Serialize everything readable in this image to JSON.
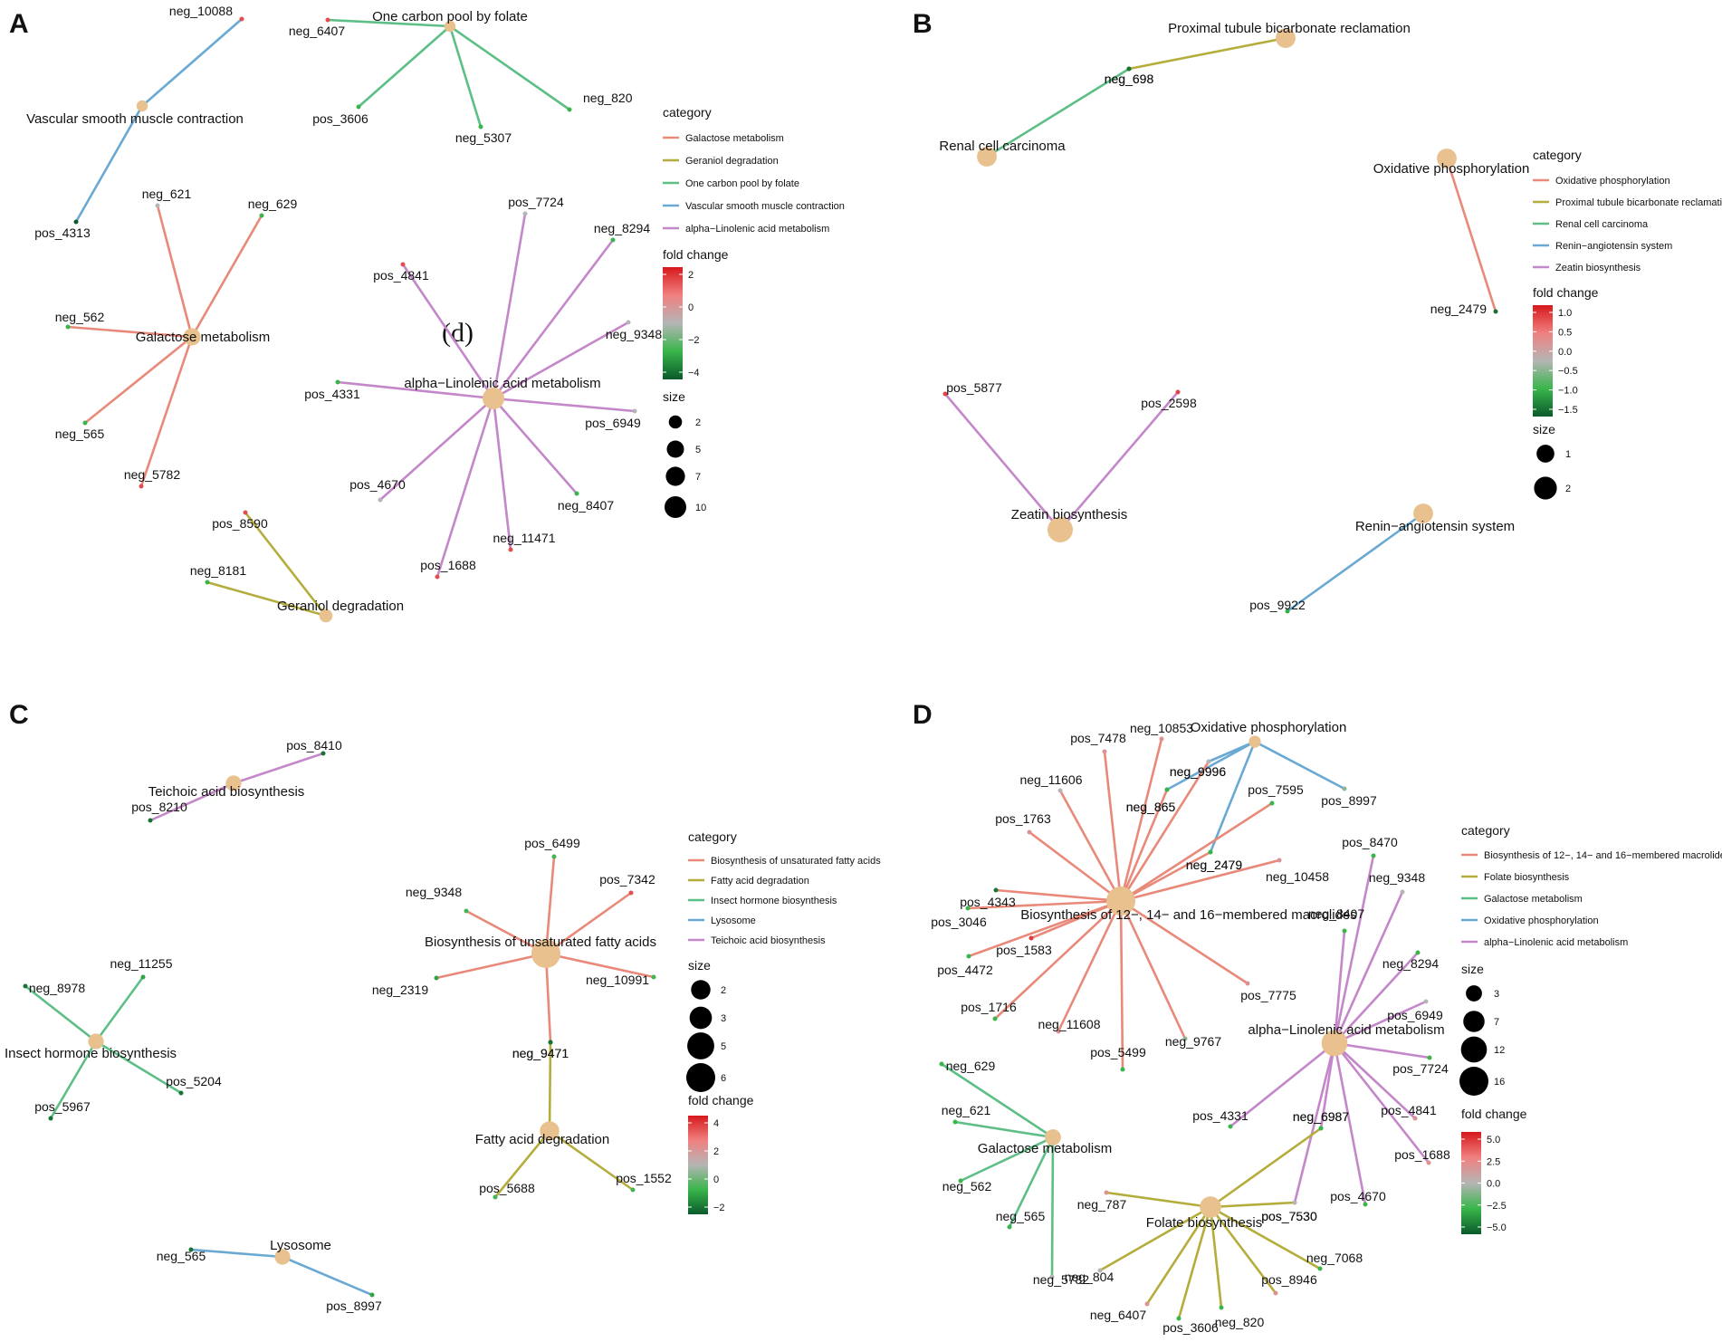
{
  "colors": {
    "hub": "#E8C18F",
    "edge_pal": [
      "#E8897A",
      "#B4AD3C",
      "#5DBF86",
      "#6AA9D4",
      "#C487C9"
    ],
    "fc_stops": [
      "#0a5a2c",
      "#39b54a",
      "#b5b5b5",
      "#f08080",
      "#d7191c"
    ]
  },
  "panels": [
    {
      "id": "A",
      "letter": "A",
      "categories": [
        "Galactose metabolism",
        "Geraniol degradation",
        "One carbon pool by folate",
        "Vascular smooth muscle contraction",
        "alpha−Linolenic acid metabolism"
      ],
      "legend": {
        "category_title": "category",
        "fold_title": "fold change",
        "fold_ticks": [
          "2",
          "0",
          "−2",
          "−4"
        ],
        "size_title": "size",
        "size_ticks": [
          "2",
          "5",
          "7",
          "10"
        ]
      },
      "annotation": "(d)",
      "hubs": [
        {
          "label": "One carbon pool by folate",
          "cat": 2,
          "size": 1,
          "leaves": [
            {
              "label": "neg_6407",
              "fc": 2
            },
            {
              "label": "pos_3606",
              "fc": -3
            },
            {
              "label": "neg_5307",
              "fc": -3
            },
            {
              "label": "neg_820",
              "fc": -3
            }
          ]
        },
        {
          "label": "Vascular smooth muscle contraction",
          "cat": 3,
          "size": 1,
          "leaves": [
            {
              "label": "neg_10088",
              "fc": 2
            },
            {
              "label": "pos_4313",
              "fc": -5
            }
          ]
        },
        {
          "label": "Galactose metabolism",
          "cat": 0,
          "size": 5,
          "leaves": [
            {
              "label": "neg_621",
              "fc": -1
            },
            {
              "label": "neg_629",
              "fc": -3
            },
            {
              "label": "neg_562",
              "fc": -3
            },
            {
              "label": "neg_565",
              "fc": -3
            },
            {
              "label": "neg_5782",
              "fc": 2
            }
          ]
        },
        {
          "label": "alpha−Linolenic acid metabolism",
          "cat": 4,
          "size": 10,
          "leaves": [
            {
              "label": "pos_7724",
              "fc": -1
            },
            {
              "label": "neg_8294",
              "fc": -3
            },
            {
              "label": "pos_4841",
              "fc": 2
            },
            {
              "label": "neg_9348",
              "fc": -1
            },
            {
              "label": "pos_4331",
              "fc": -3
            },
            {
              "label": "pos_6949",
              "fc": -1
            },
            {
              "label": "pos_4670",
              "fc": -1
            },
            {
              "label": "neg_8407",
              "fc": -3
            },
            {
              "label": "neg_11471",
              "fc": 2
            },
            {
              "label": "pos_1688",
              "fc": 2
            }
          ]
        },
        {
          "label": "Geraniol degradation",
          "cat": 1,
          "size": 2,
          "leaves": [
            {
              "label": "pos_8590",
              "fc": 2
            },
            {
              "label": "neg_8181",
              "fc": -3
            }
          ]
        }
      ]
    },
    {
      "id": "B",
      "letter": "B",
      "categories": [
        "Oxidative phosphorylation",
        "Proximal tubule bicarbonate reclamation",
        "Renal cell carcinoma",
        "Renin−angiotensin system",
        "Zeatin biosynthesis"
      ],
      "legend": {
        "category_title": "category",
        "fold_title": "fold change",
        "fold_ticks": [
          "1.0",
          "0.5",
          "0.0",
          "−0.5",
          "−1.0",
          "−1.5"
        ],
        "size_title": "size",
        "size_ticks": [
          "1",
          "2"
        ]
      },
      "hubs": [
        {
          "label": "Proximal tubule bicarbonate reclamation",
          "cat": 1,
          "size": 1,
          "leaves": [
            {
              "label": "neg_698",
              "fc": -1.5
            }
          ]
        },
        {
          "label": "Renal cell carcinoma",
          "cat": 2,
          "size": 1,
          "leaves": [
            {
              "label": "neg_698",
              "fc": -1.5
            }
          ]
        },
        {
          "label": "Oxidative phosphorylation",
          "cat": 0,
          "size": 1,
          "leaves": [
            {
              "label": "neg_2479",
              "fc": -1.5
            }
          ]
        },
        {
          "label": "Zeatin biosynthesis",
          "cat": 4,
          "size": 2,
          "leaves": [
            {
              "label": "pos_5877",
              "fc": 1.0
            },
            {
              "label": "pos_2598",
              "fc": 1.0
            }
          ]
        },
        {
          "label": "Renin−angiotensin system",
          "cat": 3,
          "size": 1,
          "leaves": [
            {
              "label": "pos_9922",
              "fc": -1.0
            }
          ]
        }
      ]
    },
    {
      "id": "C",
      "letter": "C",
      "categories": [
        "Biosynthesis of unsaturated fatty acids",
        "Fatty acid degradation",
        "Insect hormone biosynthesis",
        "Lysosome",
        "Teichoic acid biosynthesis"
      ],
      "legend": {
        "category_title": "category",
        "size_title": "size",
        "size_ticks": [
          "2",
          "3",
          "5",
          "6"
        ],
        "fold_title": "fold change",
        "fold_ticks": [
          "4",
          "2",
          "0",
          "−2"
        ]
      },
      "hubs": [
        {
          "label": "Teichoic acid biosynthesis",
          "cat": 4,
          "size": 1,
          "leaves": [
            {
              "label": "pos_8410",
              "fc": -2
            },
            {
              "label": "pos_8210",
              "fc": -2
            }
          ]
        },
        {
          "label": "Biosynthesis of unsaturated fatty acids",
          "cat": 0,
          "size": 6,
          "leaves": [
            {
              "label": "pos_6499",
              "fc": -0.5
            },
            {
              "label": "pos_7342",
              "fc": 4
            },
            {
              "label": "neg_9348",
              "fc": -0.5
            },
            {
              "label": "neg_2319",
              "fc": -1
            },
            {
              "label": "neg_10991",
              "fc": -0.5
            },
            {
              "label": "neg_9471",
              "fc": -2
            }
          ]
        },
        {
          "label": "Insect hormone biosynthesis",
          "cat": 2,
          "size": 1,
          "leaves": [
            {
              "label": "neg_8978",
              "fc": -2
            },
            {
              "label": "neg_11255",
              "fc": -1
            },
            {
              "label": "pos_5967",
              "fc": -2
            },
            {
              "label": "pos_5204",
              "fc": -2
            }
          ]
        },
        {
          "label": "Fatty acid degradation",
          "cat": 1,
          "size": 2,
          "leaves": [
            {
              "label": "neg_9471",
              "fc": -2
            },
            {
              "label": "pos_5688",
              "fc": -0.5
            },
            {
              "label": "pos_1552",
              "fc": -0.5
            }
          ]
        },
        {
          "label": "Lysosome",
          "cat": 3,
          "size": 1,
          "leaves": [
            {
              "label": "neg_565",
              "fc": -2
            },
            {
              "label": "pos_8997",
              "fc": -1
            }
          ]
        }
      ]
    },
    {
      "id": "D",
      "letter": "D",
      "categories": [
        "Biosynthesis of 12−, 14− and 16−membered macrolides",
        "Folate biosynthesis",
        "Galactose metabolism",
        "Oxidative phosphorylation",
        "alpha−Linolenic acid metabolism"
      ],
      "legend": {
        "category_title": "category",
        "size_title": "size",
        "size_ticks": [
          "3",
          "7",
          "12",
          "16"
        ],
        "fold_title": "fold change",
        "fold_ticks": [
          "5.0",
          "2.5",
          "0.0",
          "−2.5",
          "−5.0"
        ]
      },
      "hubs": [
        {
          "label": "Oxidative phosphorylation",
          "cat": 3,
          "size": 1,
          "leaves": [
            {
              "label": "neg_9996",
              "fc": 0
            },
            {
              "label": "neg_865",
              "fc": -3
            },
            {
              "label": "pos_8997",
              "fc": -1
            },
            {
              "label": "neg_2479",
              "fc": -3
            }
          ]
        },
        {
          "label": "Biosynthesis of 12−, 14− and 16−membered macrolides",
          "cat": 0,
          "size": 16,
          "leaves": [
            {
              "label": "neg_10853",
              "fc": 2
            },
            {
              "label": "pos_7478",
              "fc": 2
            },
            {
              "label": "neg_9996",
              "fc": 0
            },
            {
              "label": "pos_7595",
              "fc": -3
            },
            {
              "label": "neg_11606",
              "fc": 0
            },
            {
              "label": "neg_865",
              "fc": -3
            },
            {
              "label": "pos_1763",
              "fc": 2
            },
            {
              "label": "pos_4343",
              "fc": -5
            },
            {
              "label": "neg_10458",
              "fc": 2
            },
            {
              "label": "neg_2479",
              "fc": -3
            },
            {
              "label": "pos_3046",
              "fc": -3
            },
            {
              "label": "pos_1583",
              "fc": 5
            },
            {
              "label": "pos_4472",
              "fc": -3
            },
            {
              "label": "pos_1716",
              "fc": -3
            },
            {
              "label": "neg_11608",
              "fc": 2
            },
            {
              "label": "pos_5499",
              "fc": -3
            },
            {
              "label": "neg_9767",
              "fc": -1
            },
            {
              "label": "pos_7775",
              "fc": 2
            }
          ]
        },
        {
          "label": "alpha−Linolenic acid metabolism",
          "cat": 4,
          "size": 12,
          "leaves": [
            {
              "label": "pos_8470",
              "fc": -3
            },
            {
              "label": "neg_9348",
              "fc": 0
            },
            {
              "label": "neg_8407",
              "fc": -3
            },
            {
              "label": "neg_8294",
              "fc": -3
            },
            {
              "label": "pos_6949",
              "fc": 0
            },
            {
              "label": "pos_7724",
              "fc": -3
            },
            {
              "label": "pos_4841",
              "fc": 2
            },
            {
              "label": "pos_1688",
              "fc": 2
            },
            {
              "label": "pos_4670",
              "fc": -3
            },
            {
              "label": "pos_7530",
              "fc": 0
            },
            {
              "label": "neg_6987",
              "fc": -3
            },
            {
              "label": "pos_4331",
              "fc": -3
            }
          ]
        },
        {
          "label": "Galactose metabolism",
          "cat": 2,
          "size": 3,
          "leaves": [
            {
              "label": "neg_629",
              "fc": -3
            },
            {
              "label": "neg_621",
              "fc": -3
            },
            {
              "label": "neg_562",
              "fc": -3
            },
            {
              "label": "neg_565",
              "fc": -3
            },
            {
              "label": "neg_5782",
              "fc": 0
            }
          ]
        },
        {
          "label": "Folate biosynthesis",
          "cat": 1,
          "size": 7,
          "leaves": [
            {
              "label": "neg_6987",
              "fc": -3
            },
            {
              "label": "neg_787",
              "fc": 2
            },
            {
              "label": "neg_804",
              "fc": 0
            },
            {
              "label": "neg_6407",
              "fc": 2
            },
            {
              "label": "pos_3606",
              "fc": -3
            },
            {
              "label": "neg_820",
              "fc": -3
            },
            {
              "label": "pos_8946",
              "fc": 2
            },
            {
              "label": "neg_7068",
              "fc": -3
            },
            {
              "label": "pos_7530",
              "fc": 0
            }
          ]
        }
      ]
    }
  ]
}
